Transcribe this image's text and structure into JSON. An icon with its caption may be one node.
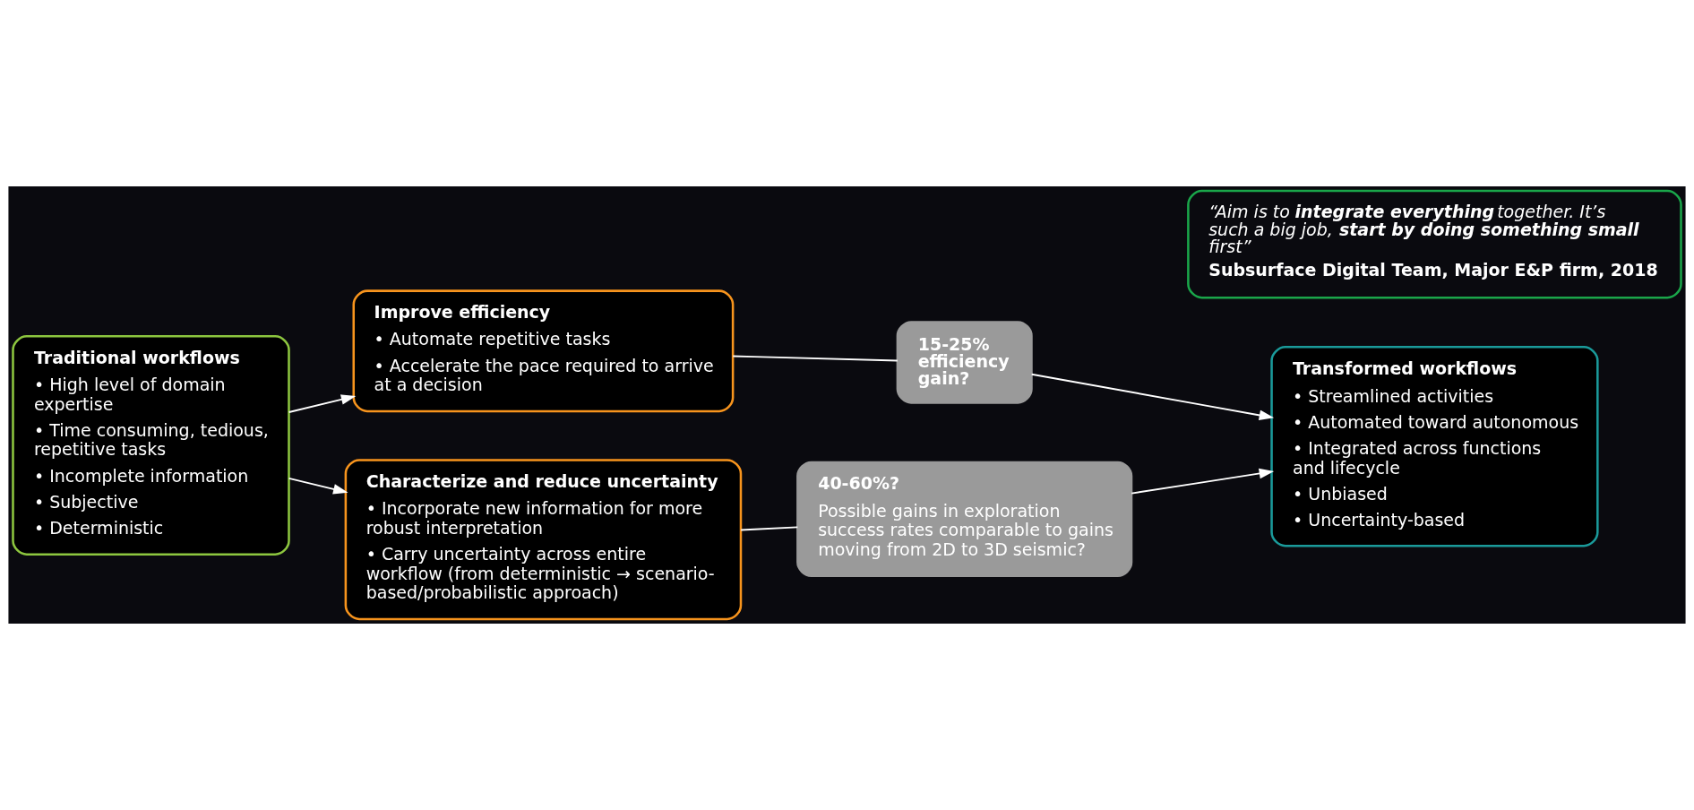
{
  "diagram": {
    "nodes": [
      {
        "text": [
          "Traditional workflows",
          "• High level of domain expertise",
          "• Time consuming, tedious, repetitive tasks",
          "• Incomplete information",
          "• Subjective",
          "• Deterministic"
        ]
      },
      {
        "text": [
          "Improve efficiency",
          "• Automate repetitive tasks",
          "• Accelerate the pace required to arrive at a decision"
        ]
      },
      {
        "text": [
          "Characterize and reduce uncertainty",
          "• Incorporate new information for more robust interpretation",
          "• Carry uncertainty across entire workflow (from deterministic → scenario-based/probabilistic approach)"
        ]
      },
      {
        "text": [
          "15-25% efficiency gain?"
        ]
      },
      {
        "text": [
          "40-60%?",
          "Possible gains in exploration success rates comparable to gains moving from 2D to 3D seismic?"
        ]
      },
      {
        "text": [
          "Transformed workflows",
          "• Streamlined activities",
          "• Automated toward autonomous",
          "• Integrated across functions and lifecycle",
          "• Unbiased",
          "• Uncertainty-based"
        ]
      },
      {
        "text": [
          "“Aim is to **integrate everything** together. It’s such a big job, **start by doing something small** first”",
          "Subsurface Digital Team, Major E&P firm, 2018"
        ]
      }
    ],
    "edges": [
      {
        "from": 0,
        "to": 1,
        "arrow": "to"
      },
      {
        "from": 0,
        "to": 2,
        "arrow": "to"
      },
      {
        "from": 1,
        "to": 3,
        "arrow": "none"
      },
      {
        "from": 3,
        "to": 5,
        "arrow": "to"
      },
      {
        "from": 2,
        "to": 4,
        "arrow": "none"
      },
      {
        "from": 4,
        "to": 5,
        "arrow": "to"
      }
    ]
  }
}
